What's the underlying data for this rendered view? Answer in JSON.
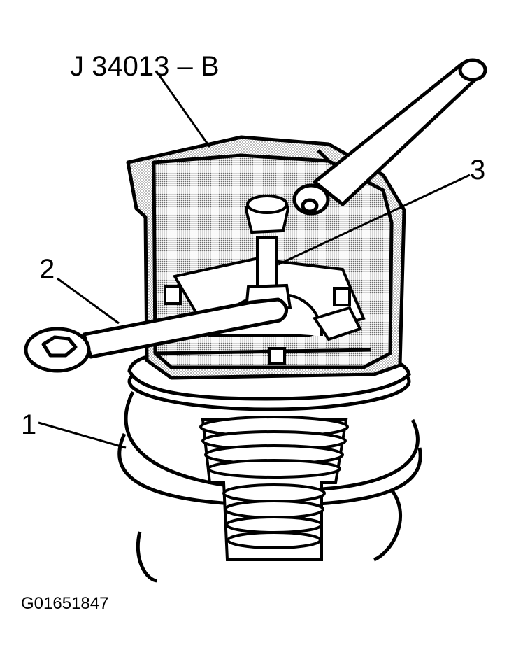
{
  "figure_id": "G01651847",
  "labels": {
    "tool": "J 34013 – B",
    "callout_1": "1",
    "callout_2": "2",
    "callout_3": "3"
  },
  "colors": {
    "ink": "#000000",
    "paper": "#ffffff",
    "stipple": "#9a9a9a"
  }
}
